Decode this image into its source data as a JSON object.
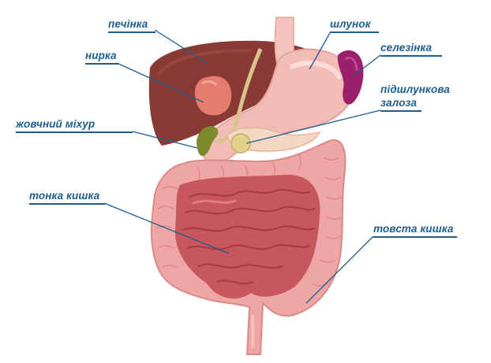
{
  "labels": {
    "liver": "печінка",
    "kidney": "нирка",
    "gallbladder": "жовчний міхур",
    "small_intestine": "тонка кишка",
    "stomach": "шлунок",
    "spleen": "селезінка",
    "pancreas_line1": "підшлункова",
    "pancreas_line2": "залоза",
    "large_intestine": "товста кишка"
  },
  "colors": {
    "label": "#1d5f8f",
    "liver": "#8a3a35",
    "stomach": "#f2bcb6",
    "spleen": "#9b1f6b",
    "intestine_large": "#eea6a4",
    "intestine_small": "#c8565d",
    "gallbladder": "#7d8a2c",
    "kidney": "#e47c70"
  }
}
